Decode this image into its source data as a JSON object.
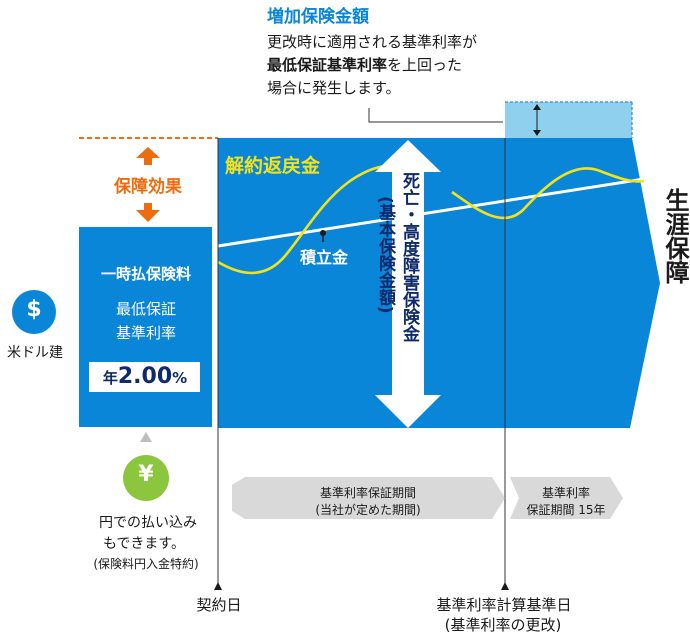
{
  "note": {
    "title": "増加保険金額",
    "line1": "更改時に適用される基準利率が",
    "line2_bold": "最低保証基準利率",
    "line2_rest": "を上回った",
    "line3": "場合に発生します。"
  },
  "left": {
    "effect_label": "保障効果",
    "premium_title": "一時払保険料",
    "min_line1": "最低保証",
    "min_line2": "基準利率",
    "rate_prefix": "年",
    "rate_value": "2.00",
    "rate_suffix": "%",
    "dollar_symbol": "$",
    "currency_label": "米ドル建",
    "yen_symbol": "¥",
    "yen_line1": "円での払い込み",
    "yen_line2": "もできます。",
    "yen_line3": "(保険料円入金特約)"
  },
  "main": {
    "surrender_label": "解約返戻金",
    "accum_label": "積立金",
    "death_label_col1": "死亡・高度障害保険金",
    "death_label_col2": "(基本保険金額)",
    "lifetime_label": "生涯保障"
  },
  "timeline": {
    "period1_line1": "基準利率保証期間",
    "period1_line2": "(当社が定めた期間)",
    "period2_line1": "基準利率",
    "period2_line2": "保証期間 15年",
    "contract_label": "契約日",
    "calc_line1": "基準利率計算基準日",
    "calc_line2": "(基準利率の更改)"
  },
  "colors": {
    "blue": "#0a86d8",
    "light_blue": "#8fd0ee",
    "orange": "#ee6c0e",
    "yellow": "#f2e21b",
    "navy": "#0f2a6a",
    "green": "#8cc63f",
    "gray": "#d9d9d9"
  }
}
